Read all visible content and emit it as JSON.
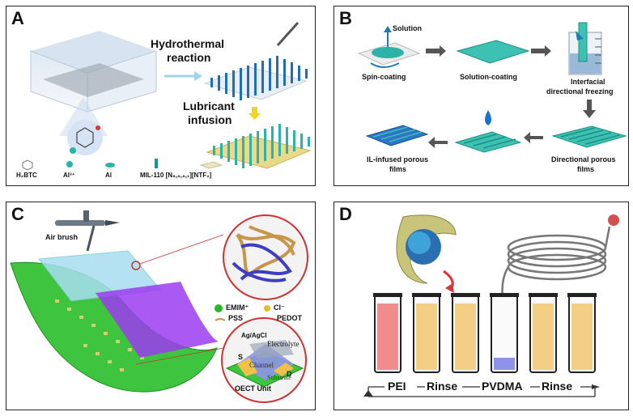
{
  "panel_a": {
    "letter": "A",
    "step1": "Hydrothermal",
    "step1b": "reaction",
    "step2": "Lubricant",
    "step2b": "infusion",
    "legend": [
      "H₂BTC",
      "Al³⁺",
      "Al",
      "MIL-110 [N₈,₈,₈,₁][NTF₂]"
    ]
  },
  "panel_b": {
    "letter": "B",
    "solution": "Solution",
    "spin": "Spin-coating",
    "solcoat": "Solution-coating",
    "freeze1": "Interfacial",
    "freeze2": "directional freezing",
    "dir1": "Directional porous",
    "dir2": "films",
    "il1": "IL-infused porous",
    "il2": "films"
  },
  "panel_c": {
    "letter": "C",
    "airbrush": "Air brush",
    "emim": "EMIM⁺",
    "cl": "Cl⁻",
    "pss": "PSS",
    "pedot": "PEDOT",
    "agcl": "Ag/AgCl",
    "electrolyte": "Electrolyte",
    "s": "S",
    "d": "D",
    "channel": "Channel",
    "substrate": "Substrate",
    "oect": "OECT Unit"
  },
  "panel_d": {
    "letter": "D",
    "pei": "PEI",
    "rinse1": "Rinse",
    "pvdma": "PVDMA",
    "rinse2": "Rinse"
  },
  "colors": {
    "teal": "#2bb3a8",
    "blue": "#1f6fb5",
    "leaf": "#3ec43e",
    "purple": "#9b3cf0",
    "pink": "#f08c8c",
    "sand": "#f3cf86",
    "lavender": "#8f93e8"
  }
}
